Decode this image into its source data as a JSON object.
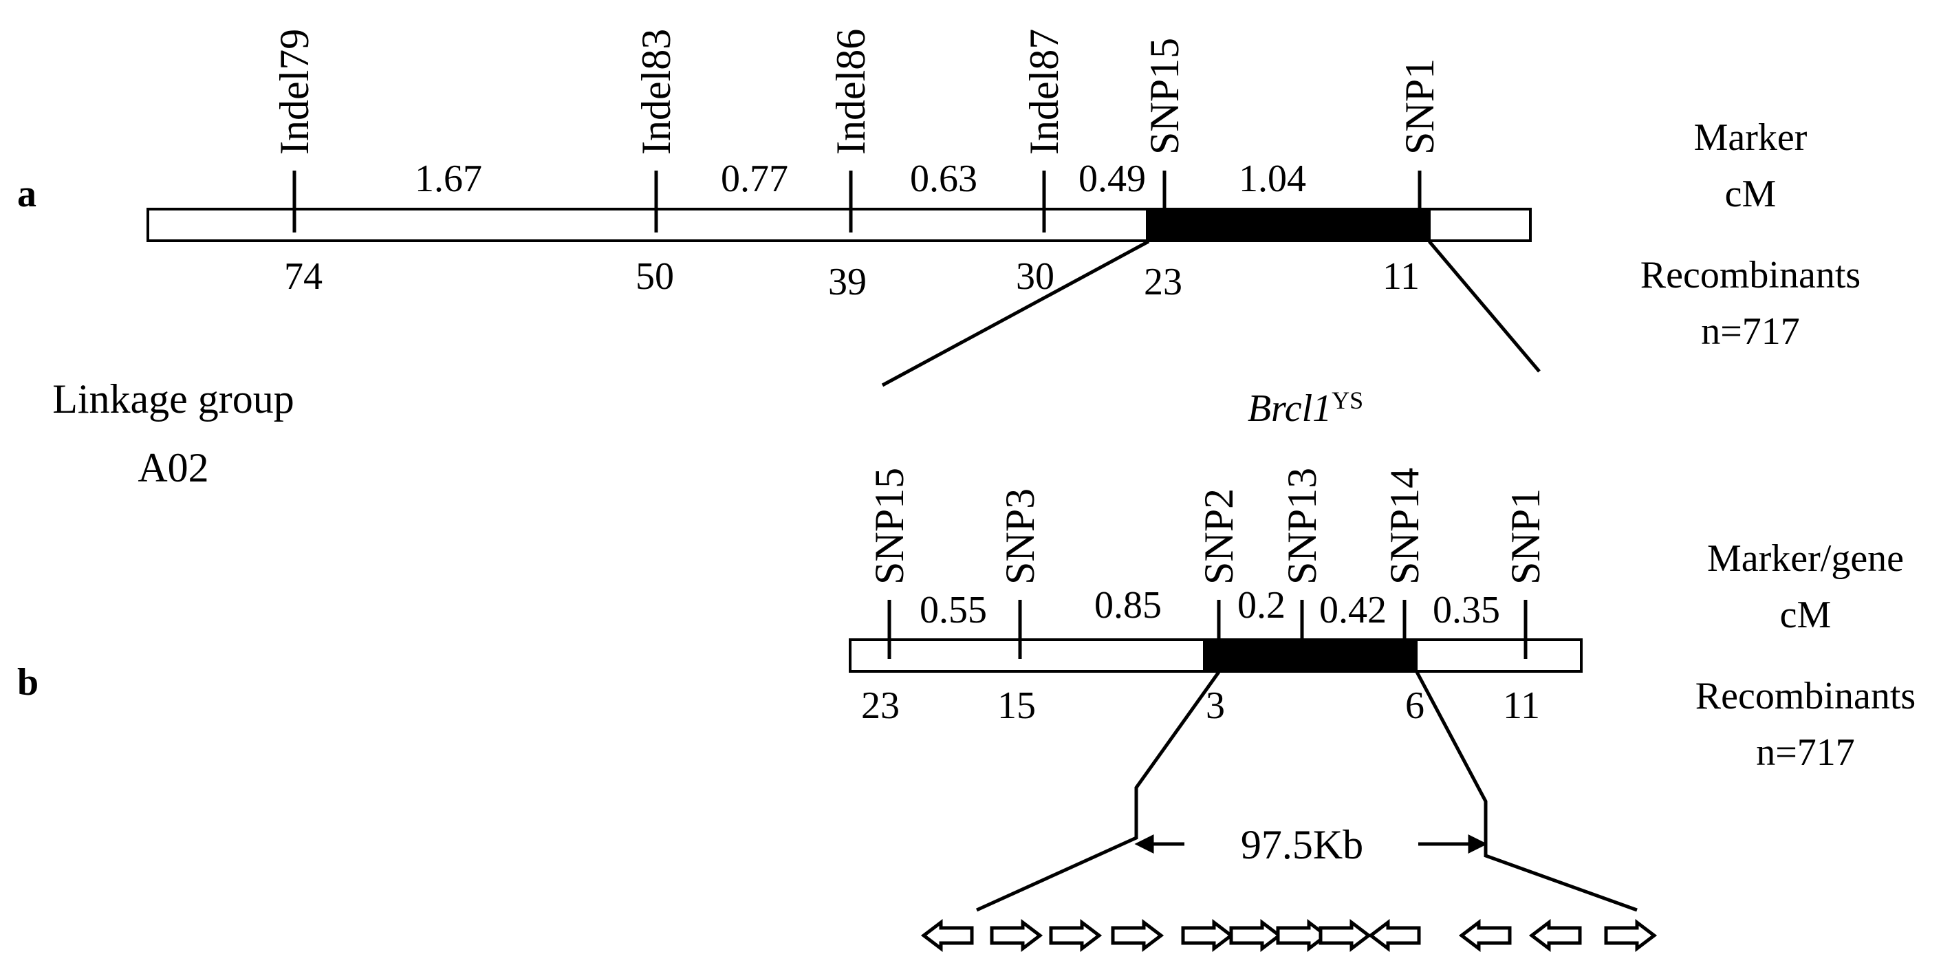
{
  "panel_a": {
    "label": "a",
    "markers": [
      "Indel79",
      "Indel83",
      "Indel86",
      "Indel87",
      "SNP15",
      "SNP1"
    ],
    "distances_cM": [
      "1.67",
      "0.77",
      "0.63",
      "0.49",
      "1.04"
    ],
    "recombinants": [
      "74",
      "50",
      "39",
      "30",
      "23",
      "11"
    ],
    "legend": {
      "marker": "Marker",
      "cm": "cM",
      "recombinants": "Recombinants",
      "n": "n=717"
    }
  },
  "linkage_group": {
    "line1": "Linkage group",
    "line2": "A02"
  },
  "gene": {
    "name": "Brcl1",
    "superscript": "YS"
  },
  "panel_b": {
    "label": "b",
    "markers": [
      "SNP15",
      "SNP3",
      "SNP2",
      "SNP13",
      "SNP14",
      "SNP1"
    ],
    "distances_cM": [
      "0.55",
      "0.85",
      "0.2",
      "0.42",
      "0.35"
    ],
    "recombinants": [
      "23",
      "15",
      "3",
      "6",
      "11"
    ],
    "legend": {
      "marker": "Marker/gene",
      "cm": "cM",
      "recombinants": "Recombinants",
      "n": "n=717"
    }
  },
  "physical_interval": {
    "label": "97.5Kb"
  },
  "genes": {
    "count": 12,
    "directions": [
      "left",
      "right",
      "right",
      "right",
      "right",
      "right",
      "right",
      "right",
      "left",
      "left",
      "left",
      "right"
    ]
  }
}
